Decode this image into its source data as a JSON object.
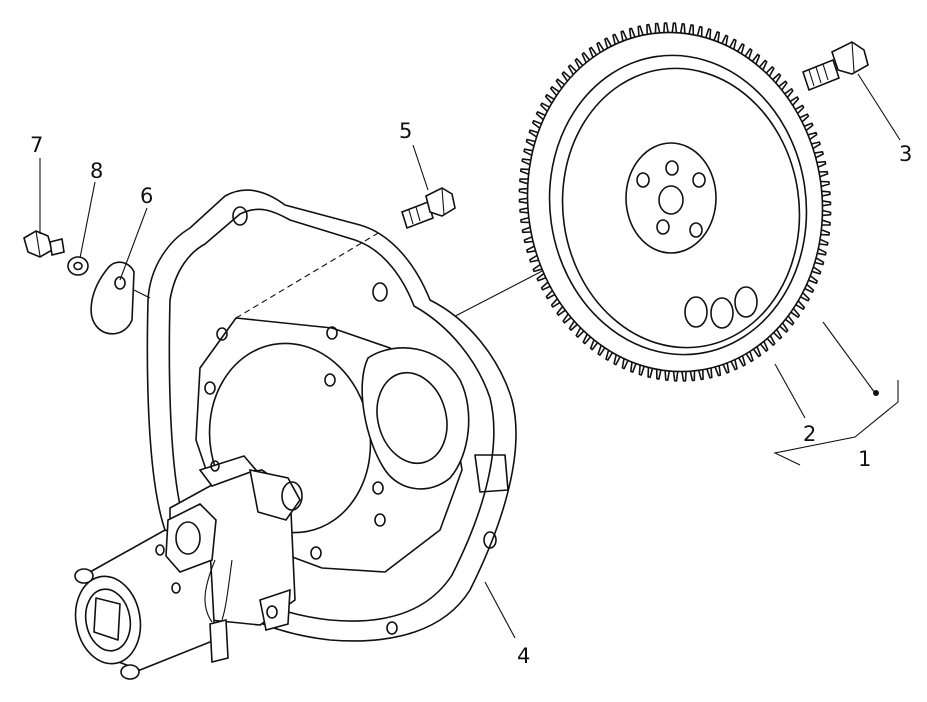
{
  "callouts": {
    "c1": "1",
    "c2": "2",
    "c3": "3",
    "c4": "4",
    "c5": "5",
    "c6": "6",
    "c7": "7",
    "c8": "8"
  },
  "parts": {
    "flywheel-assembly": "1",
    "flywheel": "2",
    "flywheel-bolt": "3",
    "flywheel-housing": "4",
    "housing-bolt": "5",
    "plate": "6",
    "screw": "7",
    "washer": "8"
  }
}
